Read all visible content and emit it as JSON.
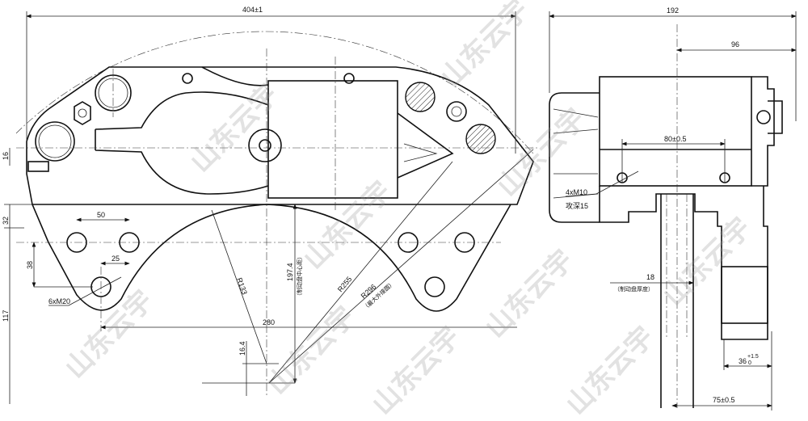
{
  "title": "Brake caliper drawing",
  "watermark": "山东云宇",
  "front_view": {
    "overall_width": "404±1",
    "dim_16": "16",
    "dim_32": "32",
    "dim_38": "38",
    "dim_117": "117",
    "dim_50": "50",
    "dim_25": "25",
    "thread_note": "6xM20",
    "dim_280": "280",
    "dim_16_4": "16.4",
    "dim_197_4": "197.4",
    "dim_197_4_note": "（制动盘中心距）",
    "r133": "R133",
    "r255": "R255",
    "r296": "R296",
    "r296_note": "（最大外接圆）"
  },
  "side_view": {
    "overall_width": "192",
    "dim_96": "96",
    "dim_80": "80±0.5",
    "thread_note": "4xM10",
    "thread_depth": "攻深15",
    "disc_thickness": "18",
    "disc_thickness_note": "（制动盘厚度）",
    "dim_36": "36",
    "dim_36_tol_upper": "+1.5",
    "dim_36_tol_lower": "0",
    "dim_75": "75±0.5"
  }
}
